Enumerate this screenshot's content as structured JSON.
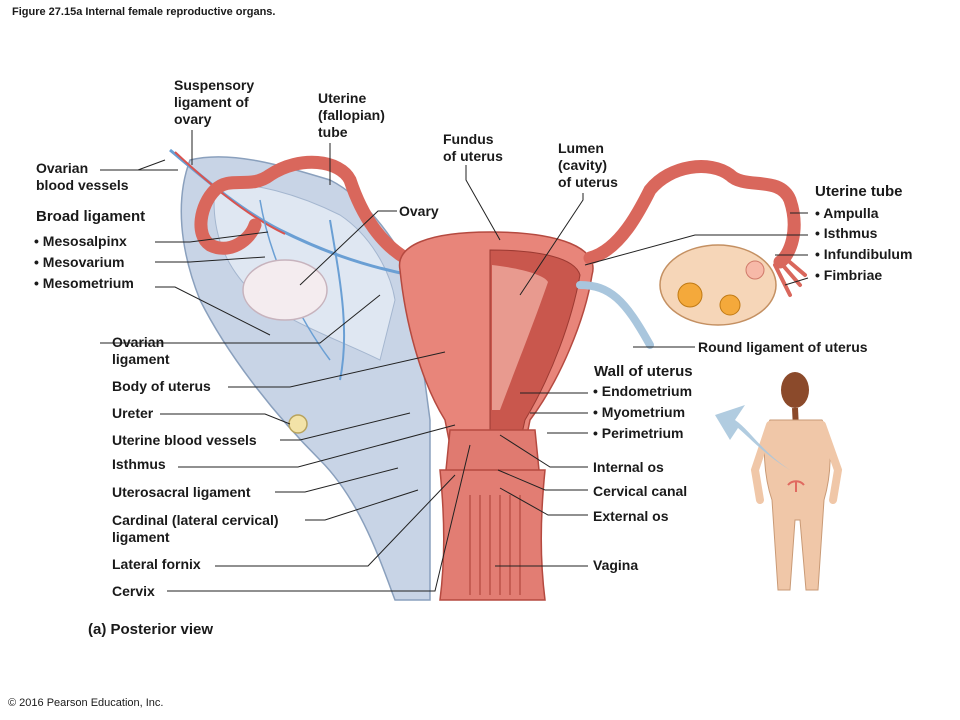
{
  "figure_title": "Figure 27.15a Internal female reproductive organs.",
  "copyright": "© 2016 Pearson Education, Inc.",
  "caption": {
    "tag": "(a)",
    "text": "Posterior view"
  },
  "labels": {
    "suspensory_ligament": "Suspensory\nligament of\novary",
    "uterine_fallopian_tube": "Uterine\n(fallopian)\ntube",
    "fundus": "Fundus\nof uterus",
    "lumen": "Lumen\n(cavity)\nof uterus",
    "ovarian_blood_vessels": "Ovarian\nblood vessels",
    "broad_ligament": "Broad ligament",
    "mesosalpinx": "• Mesosalpinx",
    "mesovarium": "• Mesovarium",
    "mesometrium": "• Mesometrium",
    "ovary": "Ovary",
    "ovarian_ligament": "Ovarian\nligament",
    "body_of_uterus": "Body of uterus",
    "ureter": "Ureter",
    "uterine_blood_vessels": "Uterine blood vessels",
    "isthmus_left": "Isthmus",
    "uterosacral_ligament": "Uterosacral ligament",
    "cardinal_ligament": "Cardinal (lateral cervical)\nligament",
    "lateral_fornix": "Lateral fornix",
    "cervix": "Cervix",
    "uterine_tube_header": "Uterine tube",
    "ampulla": "• Ampulla",
    "isthmus_right": "• Isthmus",
    "infundibulum": "• Infundibulum",
    "fimbriae": "• Fimbriae",
    "round_ligament": "Round ligament of uterus",
    "wall_header": "Wall of uterus",
    "endometrium": "• Endometrium",
    "myometrium": "• Myometrium",
    "perimetrium": "• Perimetrium",
    "internal_os": "Internal os",
    "cervical_canal": "Cervical canal",
    "external_os": "External os",
    "vagina": "Vagina"
  },
  "colors": {
    "uterus": "#e8857a",
    "uterus_dark": "#c9574d",
    "broad_ligament": "#c8d4e6",
    "vessel_blue": "#6a9fd4",
    "vessel_red": "#d9534f",
    "ovary": "#f4ecef",
    "skin": "#f0c7a8",
    "arrow": "#a9c6dd"
  }
}
